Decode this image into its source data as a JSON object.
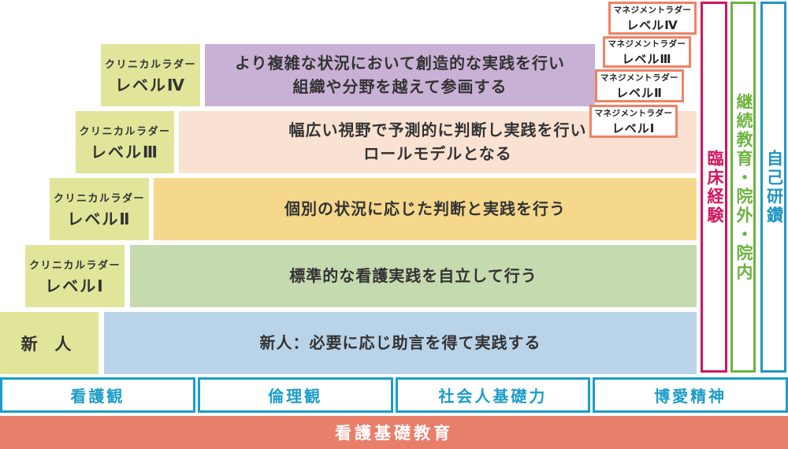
{
  "clinical_ladder": {
    "levels": [
      {
        "name_line1": "クリニカルラダー",
        "name_line2": "レベルⅣ",
        "desc_line1": "より複雑な状況において創造的な実践を行い",
        "desc_line2": "組織や分野を越えて参画する",
        "bar_color": "#c8b1d5",
        "label_color": "#e0e59a"
      },
      {
        "name_line1": "クリニカルラダー",
        "name_line2": "レベルⅢ",
        "desc_line1": "幅広い視野で予測的に判断し実践を行い",
        "desc_line2": "ロールモデルとなる",
        "bar_color": "#f9e2d2",
        "label_color": "#e0e59a"
      },
      {
        "name_line1": "クリニカルラダー",
        "name_line2": "レベルⅡ",
        "desc_line1": "個別の状況に応じた判断と実践を行う",
        "desc_line2": "",
        "bar_color": "#f5d88c",
        "label_color": "#e0e59a"
      },
      {
        "name_line1": "クリニカルラダー",
        "name_line2": "レベルⅠ",
        "desc_line1": "標準的な看護実践を自立して行う",
        "desc_line2": "",
        "bar_color": "#c6dab0",
        "label_color": "#e0e59a"
      },
      {
        "name_line1": "新 人",
        "name_line2": "",
        "desc_line1": "新人：必要に応じ助言を得て実践する",
        "desc_line2": "",
        "bar_color": "#b9d3e8",
        "label_color": "#e0e59a"
      }
    ]
  },
  "management_ladder": {
    "border_color": "#f08265",
    "boxes": [
      {
        "line1": "マネジメントラダー",
        "line2": "レベルⅣ"
      },
      {
        "line1": "マネジメントラダー",
        "line2": "レベルⅢ"
      },
      {
        "line1": "マネジメントラダー",
        "line2": "レベルⅡ"
      },
      {
        "line1": "マネジメントラダー",
        "line2": "レベルⅠ"
      }
    ]
  },
  "side_bars": [
    {
      "label": "臨床経験",
      "color": "#d3145f"
    },
    {
      "label": "継続教育・院外・院内",
      "color": "#6cb33f"
    },
    {
      "label": "自己研鑽",
      "color": "#2095c5"
    }
  ],
  "foundation_row": {
    "color": "#1b9dc9",
    "cells": [
      "看護観",
      "倫理観",
      "社会人基礎力",
      "博愛精神"
    ]
  },
  "base_bar": {
    "label": "看護基礎教育",
    "bg_color": "#e87f6b",
    "text_color": "#ffffff"
  }
}
